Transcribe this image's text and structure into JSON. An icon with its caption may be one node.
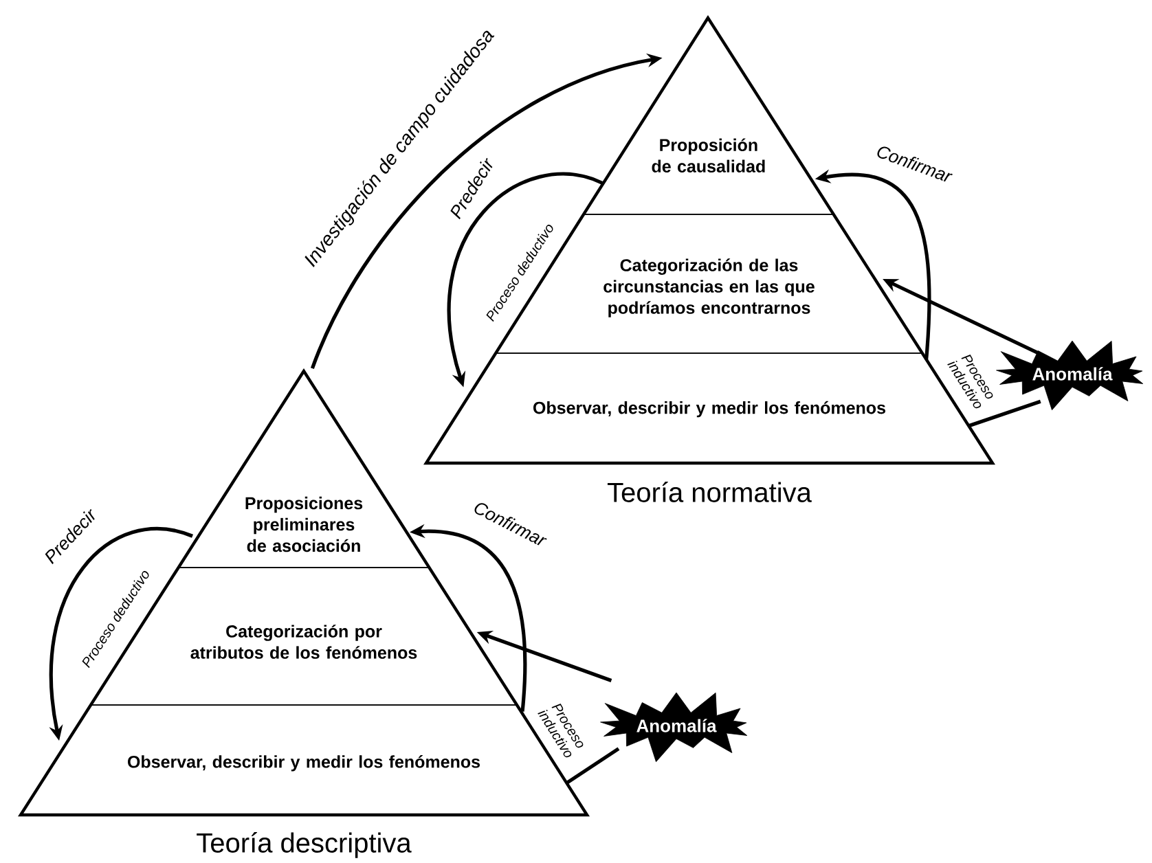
{
  "diagram": {
    "nodes": [
      {
        "text": [
          "Teoría normativa"
        ]
      },
      {
        "text": [
          "Proposición de causalidad"
        ],
        "in": 0
      },
      {
        "text": [
          "Categorización de las circunstancias en las que podríamos encontrarnos"
        ],
        "in": 0
      },
      {
        "text": [
          "Observar, describir y medir los fenómenos"
        ],
        "in": 0
      },
      {
        "text": [
          "Anomalía"
        ]
      },
      {
        "text": [
          "Teoría descriptiva"
        ]
      },
      {
        "text": [
          "Proposiciones preliminares de asociación"
        ],
        "in": 5
      },
      {
        "text": [
          "Categorización por atributos de los fenómenos"
        ],
        "in": 5
      },
      {
        "text": [
          "Observar, describir y medir los fenómenos"
        ],
        "in": 5
      },
      {
        "text": [
          "Anomalía"
        ]
      }
    ],
    "edges": [
      {
        "from": 5,
        "to": 0,
        "arrow": "to",
        "label": "Investigación de campo cuidadosa"
      },
      {
        "from": 1,
        "to": 3,
        "arrow": "to",
        "label": "Predecir"
      },
      {
        "from": 3,
        "to": 1,
        "arrow": "to",
        "label": "Confirmar"
      },
      {
        "from": 4,
        "to": 2,
        "arrow": "to"
      },
      {
        "from": 3,
        "to": 4,
        "arrow": "none"
      },
      {
        "from": 6,
        "to": 8,
        "arrow": "to",
        "label": "Predecir"
      },
      {
        "from": 8,
        "to": 6,
        "arrow": "to",
        "label": "Confirmar"
      },
      {
        "from": 9,
        "to": 7,
        "arrow": "to"
      },
      {
        "from": 8,
        "to": 9,
        "arrow": "none"
      }
    ],
    "labels": [
      "Proceso deductivo",
      "Proceso inductivo",
      "Proceso deductivo",
      "Proceso inductivo"
    ]
  }
}
